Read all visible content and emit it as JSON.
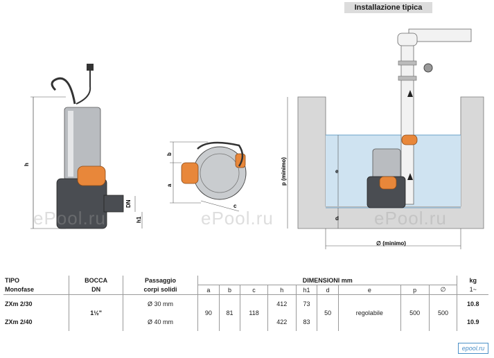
{
  "install_title": "Installazione tipica",
  "watermark": "ePool.ru",
  "dims": {
    "h": "h",
    "h1": "h1",
    "dn": "DN",
    "a": "a",
    "b": "b",
    "c": "c",
    "p": "p (minimo)",
    "e": "e",
    "d": "d",
    "dia": "∅ (minimo)"
  },
  "table": {
    "col_tipo": "TIPO",
    "col_monofase": "Monofase",
    "col_bocca": "BOCCA",
    "col_dn": "DN",
    "col_passaggio": "Passaggio",
    "col_corpi": "corpi solidi",
    "col_dimensioni": "DIMENSIONI mm",
    "col_kg": "kg",
    "col_kg_sub": "1~",
    "sub": [
      "a",
      "b",
      "c",
      "h",
      "h1",
      "d",
      "e",
      "p",
      "∅"
    ],
    "rows": [
      {
        "tipo": "ZXm 2/30",
        "passaggio": "Ø 30 mm",
        "h": "412",
        "h1": "73",
        "kg": "10.8"
      },
      {
        "tipo": "ZXm 2/40",
        "passaggio": "Ø 40 mm",
        "h": "422",
        "h1": "83",
        "kg": "10.9"
      }
    ],
    "shared": {
      "bocca": "1½\"",
      "a": "90",
      "b": "81",
      "c": "118",
      "d": "50",
      "e": "regolabile",
      "p": "500",
      "dia": "500"
    }
  },
  "logo_text": "epool.ru",
  "colors": {
    "water": "#cfe3f1",
    "pump_orange": "#e8873a",
    "pit_wall": "#d8d8d8"
  }
}
